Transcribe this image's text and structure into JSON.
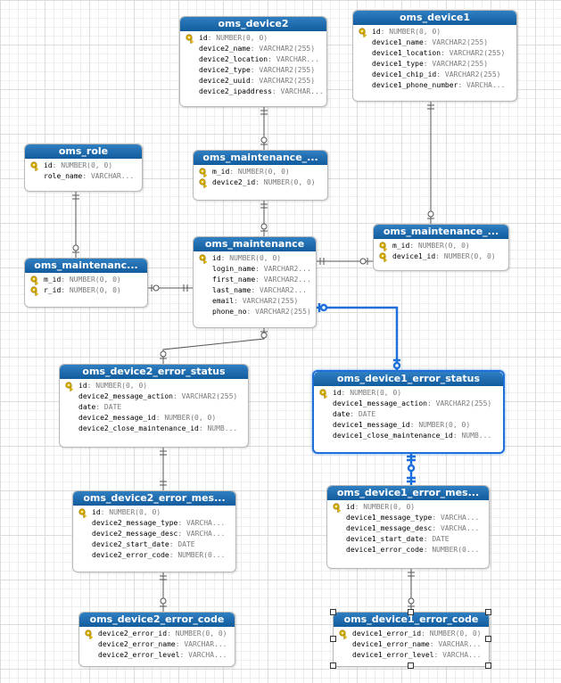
{
  "entities": {
    "oms_device2": {
      "title": "oms_device2",
      "columns": [
        {
          "name": "id",
          "type": ": NUMBER(0, 0)",
          "key": true
        },
        {
          "name": "device2_name",
          "type": ": VARCHAR2(255)",
          "key": false
        },
        {
          "name": "device2_location",
          "type": ": VARCHAR...",
          "key": false
        },
        {
          "name": "device2_type",
          "type": ": VARCHAR2(255)",
          "key": false
        },
        {
          "name": "device2_uuid",
          "type": ": VARCHAR2(255)",
          "key": false
        },
        {
          "name": "device2_ipaddress",
          "type": ": VARCHAR...",
          "key": false
        }
      ]
    },
    "oms_device1": {
      "title": "oms_device1",
      "columns": [
        {
          "name": "id",
          "type": ": NUMBER(0, 0)",
          "key": true
        },
        {
          "name": "device1_name",
          "type": ": VARCHAR2(255)",
          "key": false
        },
        {
          "name": "device1_location",
          "type": ": VARCHAR2(255)",
          "key": false
        },
        {
          "name": "device1_type",
          "type": ": VARCHAR2(255)",
          "key": false
        },
        {
          "name": "device1_chip_id",
          "type": ": VARCHAR2(255)",
          "key": false
        },
        {
          "name": "device1_phone_number",
          "type": ": VARCHA...",
          "key": false
        }
      ]
    },
    "oms_role": {
      "title": "oms_role",
      "columns": [
        {
          "name": "id",
          "type": ": NUMBER(0, 0)",
          "key": true
        },
        {
          "name": "role_name",
          "type": ": VARCHAR...",
          "key": false
        }
      ]
    },
    "oms_maintenance_d2": {
      "title": "oms_maintenance_...",
      "columns": [
        {
          "name": "m_id",
          "type": ": NUMBER(0, 0)",
          "key": true
        },
        {
          "name": "device2_id",
          "type": ": NUMBER(0, 0)",
          "key": true
        }
      ]
    },
    "oms_maintenance_d1": {
      "title": "oms_maintenance_...",
      "columns": [
        {
          "name": "m_id",
          "type": ": NUMBER(0, 0)",
          "key": true
        },
        {
          "name": "device1_id",
          "type": ": NUMBER(0, 0)",
          "key": true
        }
      ]
    },
    "oms_maintenance_role": {
      "title": "oms_maintenanc...",
      "columns": [
        {
          "name": "m_id",
          "type": ": NUMBER(0, 0)",
          "key": true
        },
        {
          "name": "r_id",
          "type": ": NUMBER(0, 0)",
          "key": true
        }
      ]
    },
    "oms_maintenance": {
      "title": "oms_maintenance",
      "columns": [
        {
          "name": "id",
          "type": ": NUMBER(0, 0)",
          "key": true
        },
        {
          "name": "login_name",
          "type": ": VARCHAR2...",
          "key": false
        },
        {
          "name": "first_name",
          "type": ": VARCHAR2...",
          "key": false
        },
        {
          "name": "last_name",
          "type": ": VARCHAR2...",
          "key": false
        },
        {
          "name": "email",
          "type": ": VARCHAR2(255)",
          "key": false
        },
        {
          "name": "phone_no",
          "type": ": VARCHAR2(255)",
          "key": false
        }
      ]
    },
    "oms_device2_error_status": {
      "title": "oms_device2_error_status",
      "columns": [
        {
          "name": "id",
          "type": ": NUMBER(0, 0)",
          "key": true
        },
        {
          "name": "device2_message_action",
          "type": ": VARCHAR2(255)",
          "key": false
        },
        {
          "name": "date",
          "type": ": DATE",
          "key": false
        },
        {
          "name": "device2_message_id",
          "type": ": NUMBER(0, 0)",
          "key": false
        },
        {
          "name": "device2_close_maintenance_id",
          "type": ": NUMB...",
          "key": false
        }
      ]
    },
    "oms_device1_error_status": {
      "title": "oms_device1_error_status",
      "columns": [
        {
          "name": "id",
          "type": ": NUMBER(0, 0)",
          "key": true
        },
        {
          "name": "device1_message_action",
          "type": ": VARCHAR2(255)",
          "key": false
        },
        {
          "name": "date",
          "type": ": DATE",
          "key": false
        },
        {
          "name": "device1_message_id",
          "type": ": NUMBER(0, 0)",
          "key": false
        },
        {
          "name": "device1_close_maintenance_id",
          "type": ": NUMB...",
          "key": false
        }
      ]
    },
    "oms_device2_error_mes": {
      "title": "oms_device2_error_mes...",
      "columns": [
        {
          "name": "id",
          "type": ": NUMBER(0, 0)",
          "key": true
        },
        {
          "name": "device2_message_type",
          "type": ": VARCHA...",
          "key": false
        },
        {
          "name": "device2_message_desc",
          "type": ": VARCHA...",
          "key": false
        },
        {
          "name": "device2_start_date",
          "type": ": DATE",
          "key": false
        },
        {
          "name": "device2_error_code",
          "type": ": NUMBER(0...",
          "key": false
        }
      ]
    },
    "oms_device1_error_mes": {
      "title": "oms_device1_error_mes...",
      "columns": [
        {
          "name": "id",
          "type": ": NUMBER(0, 0)",
          "key": true
        },
        {
          "name": "device1_message_type",
          "type": ": VARCHA...",
          "key": false
        },
        {
          "name": "device1_message_desc",
          "type": ": VARCHA...",
          "key": false
        },
        {
          "name": "device1_start_date",
          "type": ": DATE",
          "key": false
        },
        {
          "name": "device1_error_code",
          "type": ": NUMBER(0...",
          "key": false
        }
      ]
    },
    "oms_device2_error_code": {
      "title": "oms_device2_error_code",
      "columns": [
        {
          "name": "device2_error_id",
          "type": ": NUMBER(0, 0)",
          "key": true
        },
        {
          "name": "device2_error_name",
          "type": ": VARCHAR...",
          "key": false
        },
        {
          "name": "device2_error_level",
          "type": ": VARCHA...",
          "key": false
        }
      ]
    },
    "oms_device1_error_code": {
      "title": "oms_device1_error_code",
      "columns": [
        {
          "name": "device1_error_id",
          "type": ": NUMBER(0, 0)",
          "key": true
        },
        {
          "name": "device1_error_name",
          "type": ": VARCHAR...",
          "key": false
        },
        {
          "name": "device1_error_level",
          "type": ": VARCHA...",
          "key": false
        }
      ]
    }
  },
  "colors": {
    "header": "#1f6bb0",
    "key_icon": "#e2b500",
    "connector": "#555555",
    "selected": "#1e6fd9"
  }
}
